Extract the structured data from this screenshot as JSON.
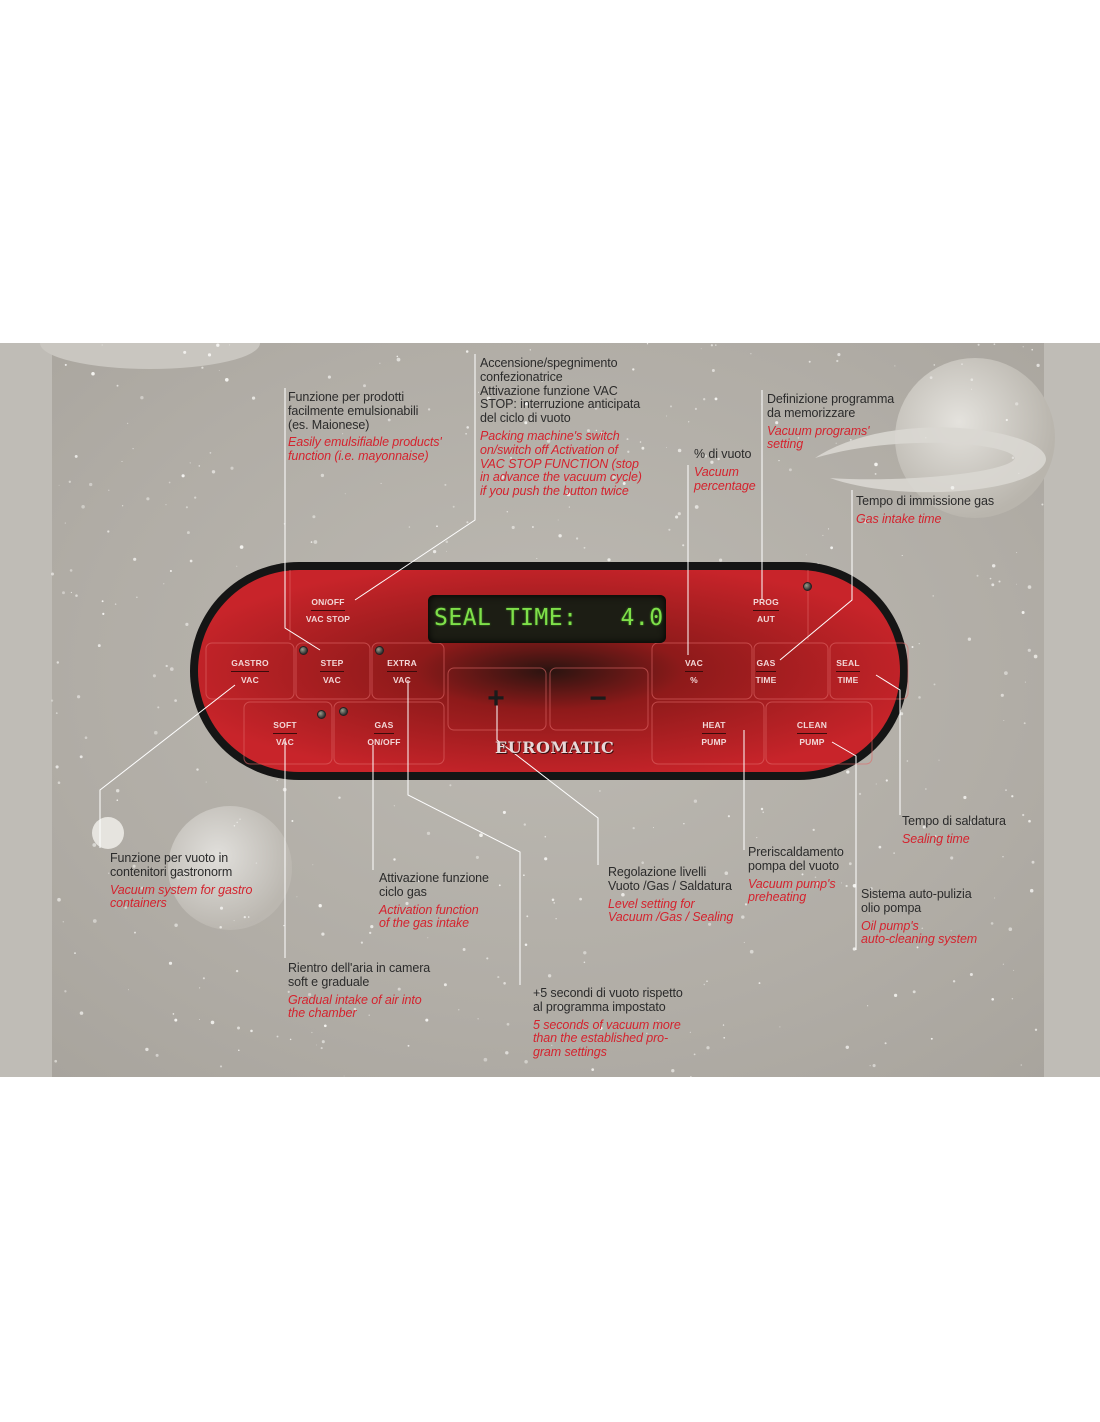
{
  "panel": {
    "display_text": "SEAL TIME:   4.0",
    "brand": "EUROMATIC",
    "plus_key": "+",
    "minus_key": "−",
    "buttons": {
      "onoff": {
        "top": "ON/OFF",
        "bottom": "VAC STOP"
      },
      "prog": {
        "top": "PROG",
        "bottom": "AUT"
      },
      "gastro": {
        "top": "GASTRO",
        "bottom": "VAC"
      },
      "step": {
        "top": "STEP",
        "bottom": "VAC"
      },
      "extra": {
        "top": "EXTRA",
        "bottom": "VAC"
      },
      "vac": {
        "top": "VAC",
        "bottom": "%"
      },
      "gastime": {
        "top": "GAS",
        "bottom": "TIME"
      },
      "sealtime": {
        "top": "SEAL",
        "bottom": "TIME"
      },
      "soft": {
        "top": "SOFT",
        "bottom": "VAC"
      },
      "gasonoff": {
        "top": "GAS",
        "bottom": "ON/OFF"
      },
      "heat": {
        "top": "HEAT",
        "bottom": "PUMP"
      },
      "clean": {
        "top": "CLEAN",
        "bottom": "PUMP"
      }
    }
  },
  "annotations": {
    "emulsion": {
      "it_lines": [
        "Funzione per prodotti",
        "facilmente emulsionabili",
        "(es. Maionese)"
      ],
      "en_lines": [
        "Easily emulsifiable products'",
        "function (i.e. mayonnaise)"
      ]
    },
    "onoff": {
      "it_lines": [
        "Accensione/spegnimento",
        "confezionatrice",
        "Attivazione funzione VAC",
        "STOP: interruzione anticipata",
        "del ciclo di vuoto"
      ],
      "en_lines": [
        "Packing machine's switch",
        "on/switch off Activation of",
        "VAC STOP FUNCTION (stop",
        "in advance the vacuum cycle)",
        "if you push the button twice"
      ]
    },
    "vacuum_pct": {
      "it_lines": [
        "% di vuoto"
      ],
      "en_lines": [
        "Vacuum",
        "percentage"
      ]
    },
    "prog": {
      "it_lines": [
        "Definizione programma",
        "da memorizzare"
      ],
      "en_lines": [
        "Vacuum programs'",
        "setting"
      ]
    },
    "gas_time": {
      "it_lines": [
        "Tempo di immissione gas"
      ],
      "en_lines": [
        "Gas intake time"
      ]
    },
    "sealing": {
      "it_lines": [
        "Tempo di saldatura"
      ],
      "en_lines": [
        "Sealing time"
      ]
    },
    "gastro": {
      "it_lines": [
        "Funzione per vuoto in",
        "contenitori gastronorm"
      ],
      "en_lines": [
        "Vacuum system for gastro",
        "containers"
      ]
    },
    "gas_activation": {
      "it_lines": [
        "Attivazione funzione",
        "ciclo gas"
      ],
      "en_lines": [
        "Activation function",
        "of the gas intake"
      ]
    },
    "levels": {
      "it_lines": [
        "Regolazione livelli",
        "Vuoto /Gas / Saldatura"
      ],
      "en_lines": [
        "Level setting for",
        "Vacuum /Gas / Sealing"
      ]
    },
    "preheat": {
      "it_lines": [
        "Preriscaldamento",
        "pompa del vuoto"
      ],
      "en_lines": [
        "Vacuum pump's",
        "preheating"
      ]
    },
    "autoclean": {
      "it_lines": [
        "Sistema auto-pulizia",
        "olio pompa"
      ],
      "en_lines": [
        "Oil pump's",
        "auto-cleaning system"
      ]
    },
    "soft": {
      "it_lines": [
        "Rientro dell'aria in camera",
        "soft e graduale"
      ],
      "en_lines": [
        "Gradual intake of air into",
        "the chamber"
      ]
    },
    "extra": {
      "it_lines": [
        "+5 secondi di vuoto rispetto",
        "al programma impostato"
      ],
      "en_lines": [
        "5 seconds of vacuum more",
        "than the established pro-",
        "gram settings"
      ]
    }
  },
  "colors": {
    "panel_red": "#c8242a",
    "annotation_red": "#d4232e",
    "lcd_green": "#7fe04a"
  }
}
